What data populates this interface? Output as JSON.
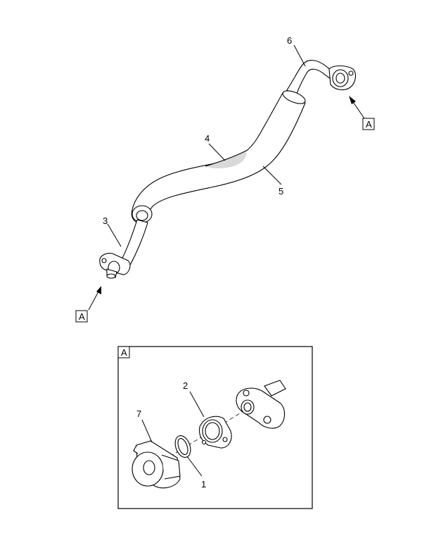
{
  "callouts": {
    "c1": "1",
    "c2": "2",
    "c3": "3",
    "c4": "4",
    "c5": "5",
    "c6": "6",
    "c7": "7"
  },
  "view_refs": {
    "top_right": "A",
    "left": "A",
    "detail_box": "A"
  }
}
